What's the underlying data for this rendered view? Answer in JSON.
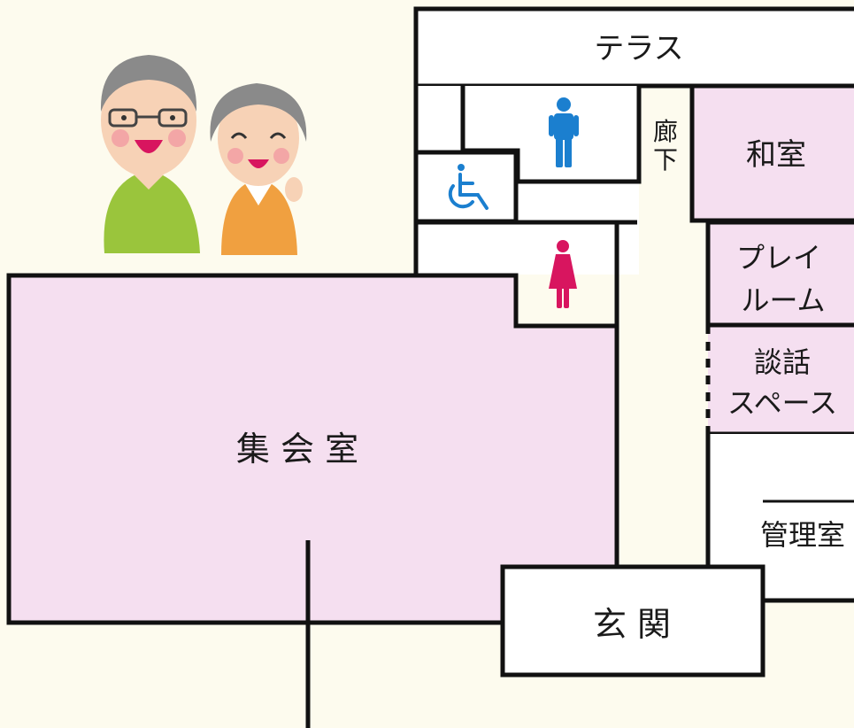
{
  "floor_plan": {
    "colors": {
      "background": "#fdfbee",
      "room_pink": "#f5dff0",
      "room_white": "#ffffff",
      "wall": "#111111",
      "men_icon": "#1b7fcf",
      "women_icon": "#d8155f",
      "accessible_icon": "#1b7fcf"
    },
    "rooms": {
      "terrace": "テラス",
      "japanese_room": "和室",
      "play_room_line1": "プレイ",
      "play_room_line2": "ルーム",
      "lounge_line1": "談話",
      "lounge_line2": "スペース",
      "office": "管理室",
      "assembly_hall": "集 会 室",
      "entrance": "玄 関",
      "corridor_line1": "廊",
      "corridor_line2": "下"
    },
    "icons": {
      "mens_restroom": "man-restroom-icon",
      "womens_restroom": "woman-restroom-icon",
      "accessible_restroom": "wheelchair-icon",
      "illustration": "elderly-couple-illustration"
    }
  }
}
